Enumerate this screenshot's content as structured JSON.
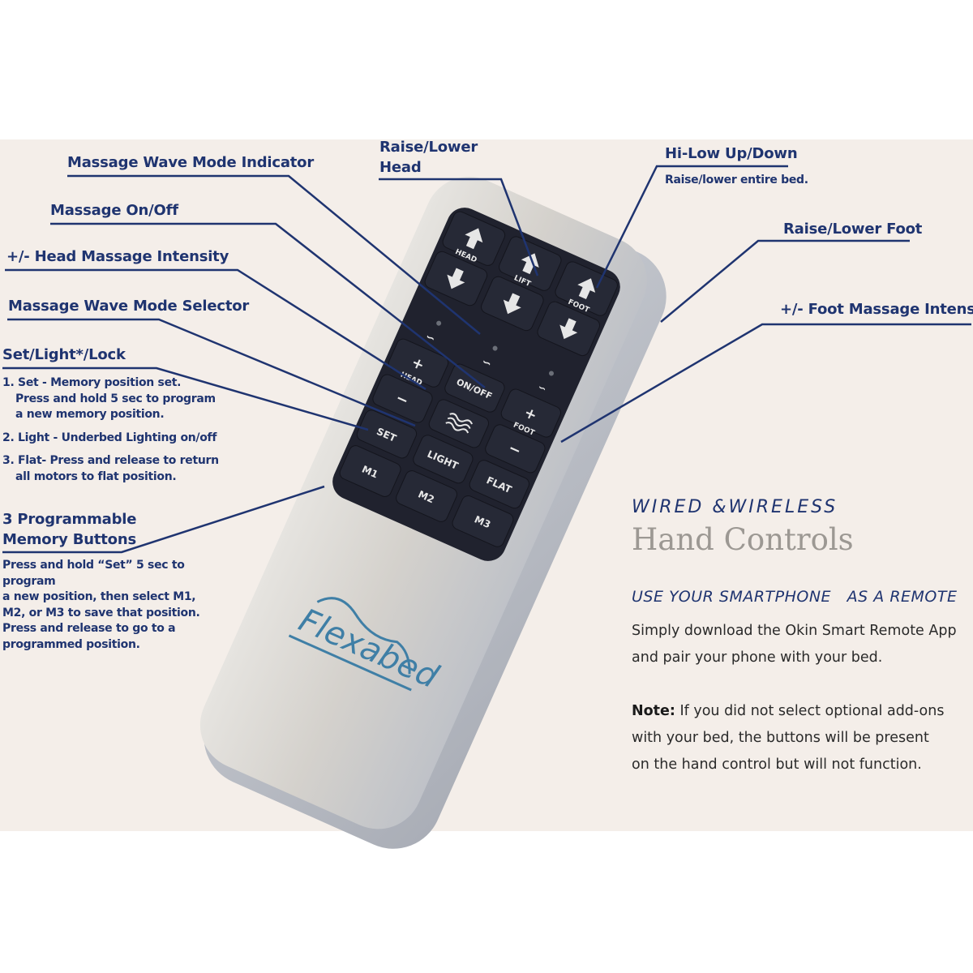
{
  "colors": {
    "background": "#f4eee9",
    "label": "#1f3470",
    "callout_line": "#1f3470",
    "remote_body": "#d8d6d2",
    "keypad": "#20222e",
    "logo": "#3f7fa6",
    "title_gray": "#9c9893"
  },
  "callouts": {
    "wave_indicator": "Massage Wave Mode Indicator",
    "massage_onoff": "Massage On/Off",
    "head_intensity": "+/- Head Massage Intensity",
    "wave_selector": "Massage Wave Mode Selector",
    "set_light_lock": {
      "title": "Set/Light*/Lock",
      "items": [
        {
          "num": "1.",
          "term": "Set",
          "text": " - Memory position set.",
          "cont1": "Press and hold 5 sec to program",
          "cont2": "a new memory position."
        },
        {
          "num": "2.",
          "term": "Light",
          "text": " - Underbed Lighting on/off"
        },
        {
          "num": "3.",
          "term": "Flat",
          "text": "- Press and release to return",
          "cont1": "all motors to flat position."
        }
      ]
    },
    "memory": {
      "title_line1": "3 Programmable",
      "title_line2": "Memory Buttons",
      "lines": [
        "Press and hold “Set” 5 sec to program",
        "a new position, then select M1,",
        "M2, or M3 to save that position.",
        "Press and release to go to a",
        "programmed position."
      ]
    },
    "raise_head": {
      "line1": "Raise/Lower",
      "line2": "Head"
    },
    "hilow": {
      "title": "Hi-Low Up/Down",
      "subtitle": "Raise/lower entire bed."
    },
    "raise_foot": "Raise/Lower Foot",
    "foot_intensity": "+/- Foot Massage Intensity"
  },
  "remote": {
    "logo": "Flexabed",
    "keys": {
      "head_label": "HEAD",
      "lift_label": "LIFT",
      "foot_label": "FOOT",
      "plus": "+",
      "minus": "−",
      "onoff": "ON/OFF",
      "set": "SET",
      "light": "LIGHT",
      "flat": "FLAT",
      "m1": "M1",
      "m2": "M2",
      "m3": "M3"
    }
  },
  "info": {
    "kicker": "WIRED  &WIRELESS",
    "title": "Hand Controls",
    "subheading": "USE YOUR SMARTPHONE   AS A REMOTE",
    "paragraph_line1": "Simply download the Okin Smart Remote App",
    "paragraph_line2": "and pair your phone with your bed.",
    "note_label": "Note:",
    "note_line1": " If you did not select optional add-ons",
    "note_line2": "with your bed, the buttons will be present",
    "note_line3": "on the hand control but will not function."
  }
}
